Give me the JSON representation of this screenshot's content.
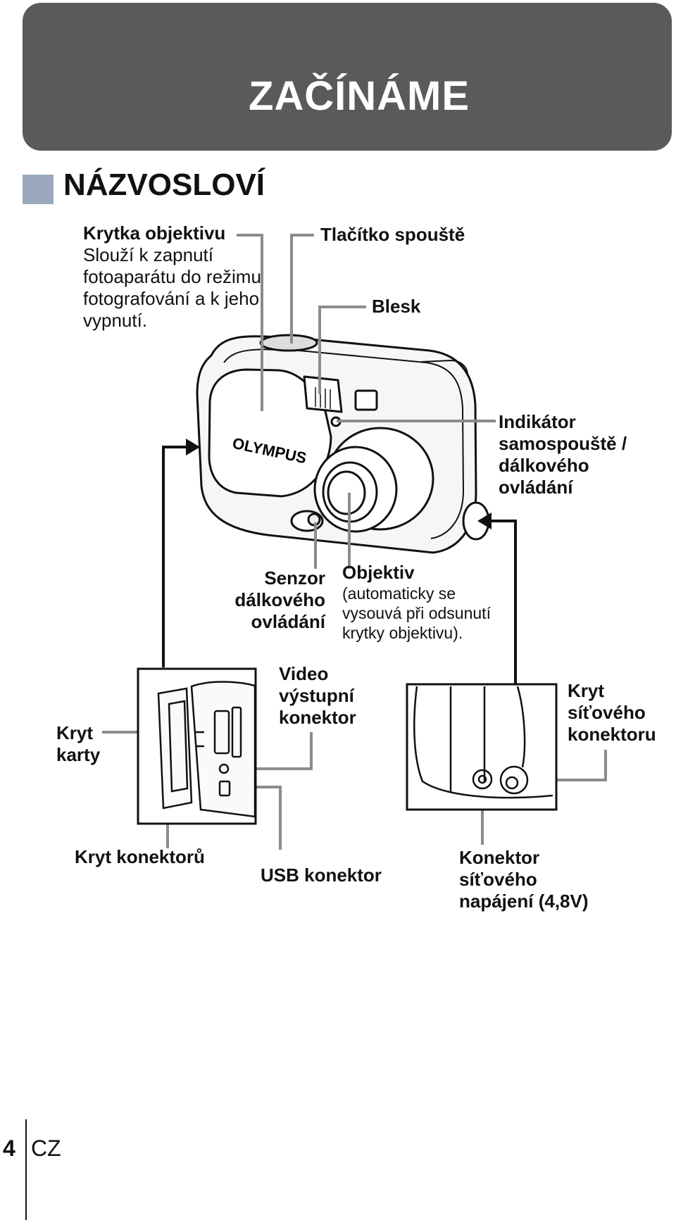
{
  "header": {
    "title": "ZAČÍNÁME"
  },
  "section": {
    "title": "NÁZVOSLOVÍ"
  },
  "labels": {
    "lens_cover_title": "Krytka objektivu",
    "lens_cover_desc_1": "Slouží k zapnutí",
    "lens_cover_desc_2": "fotoaparátu do režimu",
    "lens_cover_desc_3": "fotografování a k jeho",
    "lens_cover_desc_4": "vypnutí.",
    "shutter": "Tlačítko spouště",
    "flash": "Blesk",
    "self_timer_1": "Indikátor",
    "self_timer_2": "samospouště /",
    "self_timer_3": "dálkového",
    "self_timer_4": "ovládání",
    "remote_sensor_1": "Senzor",
    "remote_sensor_2": "dálkového",
    "remote_sensor_3": "ovládání",
    "lens_title": "Objektiv",
    "lens_desc_1": "(automaticky se",
    "lens_desc_2": "vysouvá při odsunutí",
    "lens_desc_3": "krytky objektivu).",
    "video_out_1": "Video",
    "video_out_2": "výstupní",
    "video_out_3": "konektor",
    "dc_cover_1": "Kryt",
    "dc_cover_2": "síťového",
    "dc_cover_3": "konektoru",
    "card_cover_1": "Kryt",
    "card_cover_2": "karty",
    "connector_cover": "Kryt konektorů",
    "usb": "USB konektor",
    "dc_in_1": "Konektor",
    "dc_in_2": "síťového",
    "dc_in_3": "napájení (4,8V)",
    "brand_logo": "OLYMPUS"
  },
  "footer": {
    "page_number": "4",
    "language": "CZ"
  },
  "colors": {
    "banner": "#5a5a5a",
    "section_square": "#9aa9bc",
    "leader_line": "#8c8c8c"
  }
}
